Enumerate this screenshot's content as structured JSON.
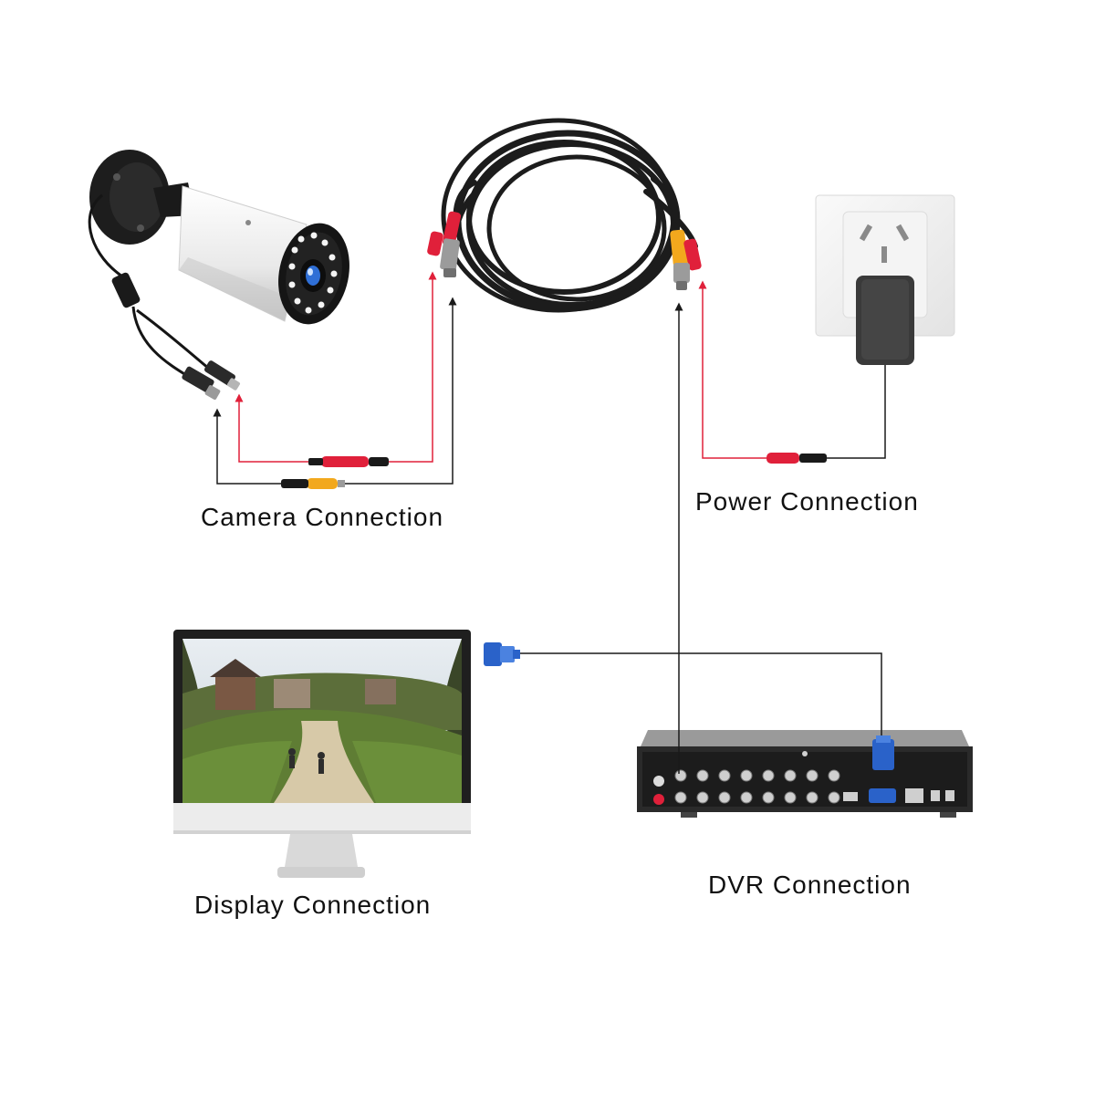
{
  "labels": {
    "camera_connection": "Camera Connection",
    "power_connection": "Power Connection",
    "display_connection": "Display Connection",
    "dvr_connection": "DVR Connection"
  },
  "colors": {
    "video_line": "#1a1a1a",
    "power_line": "#e0203a",
    "bnc_plug": "#f2a81d",
    "power_plug": "#e0203a",
    "vga_connector": "#2a62c9",
    "cable": "#1c1c1c"
  },
  "icons": {
    "camera": "bullet-camera-icon",
    "cable": "coiled-siamese-cable-icon",
    "outlet": "wall-outlet-adapter-icon",
    "monitor": "monitor-icon",
    "dvr": "dvr-recorder-icon"
  }
}
